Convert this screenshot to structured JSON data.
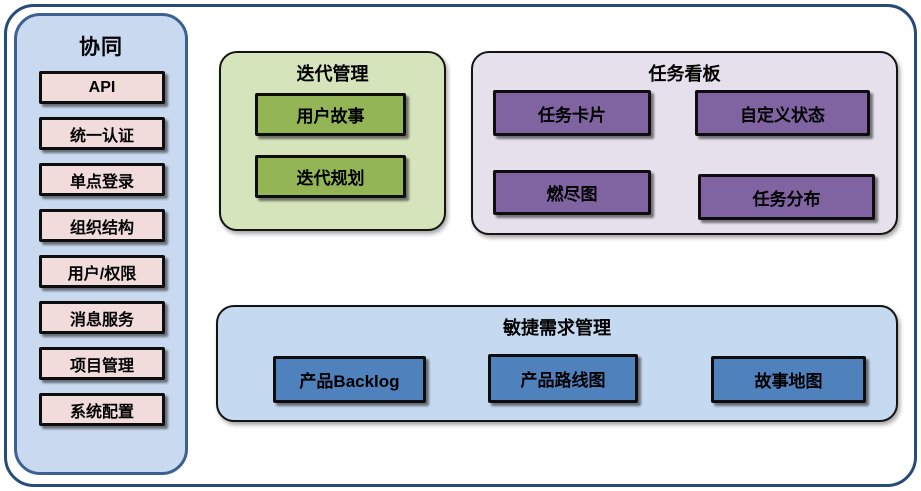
{
  "diagram": {
    "sidebar": {
      "title": "协同",
      "items": [
        "API",
        "统一认证",
        "单点登录",
        "组织结构",
        "用户/权限",
        "消息服务",
        "项目管理",
        "系统配置"
      ]
    },
    "panels": [
      {
        "title": "迭代管理",
        "items": [
          "用户故事",
          "迭代规划"
        ]
      },
      {
        "title": "任务看板",
        "items": [
          "任务卡片",
          "自定义状态",
          "燃尽图",
          "任务分布"
        ]
      },
      {
        "title": "敏捷需求管理",
        "items": [
          "产品Backlog",
          "产品路线图",
          "故事地图"
        ]
      }
    ],
    "colors": {
      "outer_border": "#274b77",
      "sidebar_fill": "#c9d9f0",
      "sidebar_border": "#3c6191",
      "sidebar_item_fill": "#f2dcdb",
      "iteration_panel_fill": "#d6e4bc",
      "iteration_item_fill": "#94b556",
      "taskboard_panel_fill": "#e6e0ed",
      "taskboard_item_fill": "#8064a2",
      "agile_panel_fill": "#c5d9f1",
      "agile_item_fill": "#4f81bd",
      "item_border": "#0d0d0d",
      "text": "#000000"
    }
  }
}
